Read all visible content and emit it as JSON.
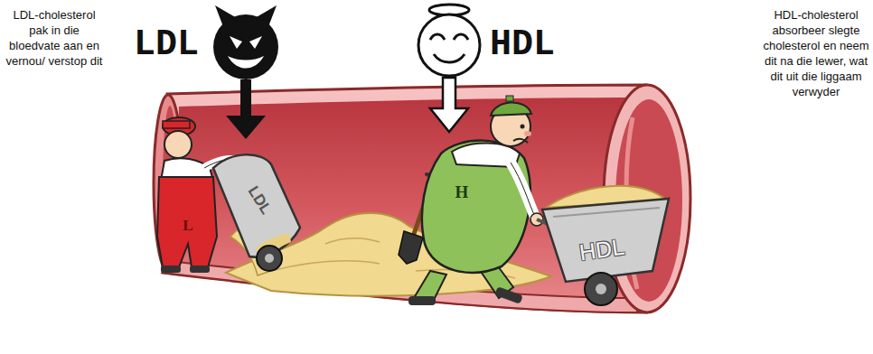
{
  "diagram": {
    "labels": [
      "LDL-cholesterol pak in die bloedvate aan en vernou/ verstop dit",
      "LDL",
      "HDL",
      "HDL-cholesterol absorbeer slegte cholesterol en neem dit na die lewer, wat dit uit die liggaam verwyder",
      "L",
      "LDL",
      "H",
      "HDL"
    ]
  }
}
